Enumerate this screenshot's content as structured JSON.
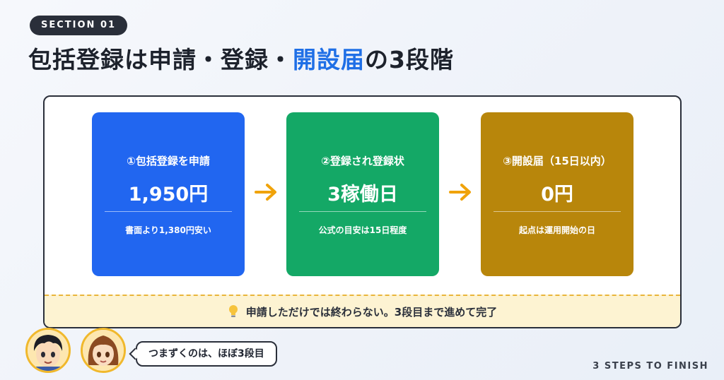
{
  "header": {
    "section_label": "SECTION 01",
    "title_prefix": "包括登録は申請・登録・",
    "title_highlight": "開設届",
    "title_suffix": "の3段階"
  },
  "steps": [
    {
      "label": "①包括登録を申請",
      "value": "1,950円",
      "note": "書面より1,380円安い",
      "color": "#2166f0"
    },
    {
      "label": "②登録され登録状",
      "value": "3稼働日",
      "note": "公式の目安は15日程度",
      "color": "#14a866"
    },
    {
      "label": "③開設届（15日以内）",
      "value": "0円",
      "note": "起点は運用開始の日",
      "color": "#b8860b"
    }
  ],
  "banner": {
    "icon": "lightbulb-icon",
    "text": "申請しただけでは終わらない。3段目まで進めて完了"
  },
  "characters": {
    "speech": "つまずくのは、ほぼ3段目"
  },
  "footer": {
    "text": "3 STEPS TO FINISH"
  },
  "colors": {
    "accent": "#1f6fe6",
    "arrow": "#f0a30a",
    "banner_bg": "#fdf3d2",
    "banner_border": "#e9b53a",
    "dark": "#2a2f3a"
  }
}
